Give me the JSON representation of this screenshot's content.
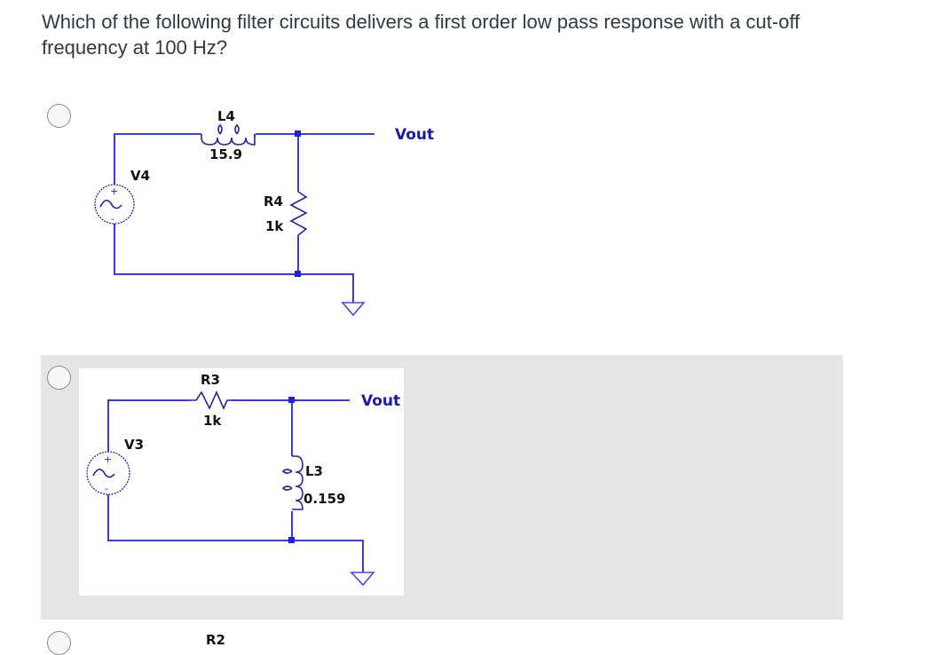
{
  "question": {
    "text": "Which of the following filter circuits delivers a first order low pass response with a cut-off frequency at 100 Hz?"
  },
  "options": [
    {
      "id": "option-1",
      "selected": false,
      "circuit": {
        "source": "V4",
        "series_component": {
          "type": "inductor",
          "name": "L4",
          "value": "15.9"
        },
        "shunt_component": {
          "type": "resistor",
          "name": "R4",
          "value": "1k"
        },
        "output_label": "Vout"
      }
    },
    {
      "id": "option-2",
      "selected": false,
      "hovered": true,
      "circuit": {
        "source": "V3",
        "series_component": {
          "type": "resistor",
          "name": "R3",
          "value": "1k"
        },
        "shunt_component": {
          "type": "inductor",
          "name": "L3",
          "value": "0.159"
        },
        "output_label": "Vout"
      }
    },
    {
      "id": "option-3",
      "selected": false,
      "circuit": {
        "series_component": {
          "type": "resistor",
          "name": "R2"
        }
      }
    }
  ],
  "colors": {
    "wire": "#3b3bdc",
    "output_label": "#1a1aa8",
    "hover_background": "#e5e5e5",
    "question_text": "#2d3b45"
  }
}
